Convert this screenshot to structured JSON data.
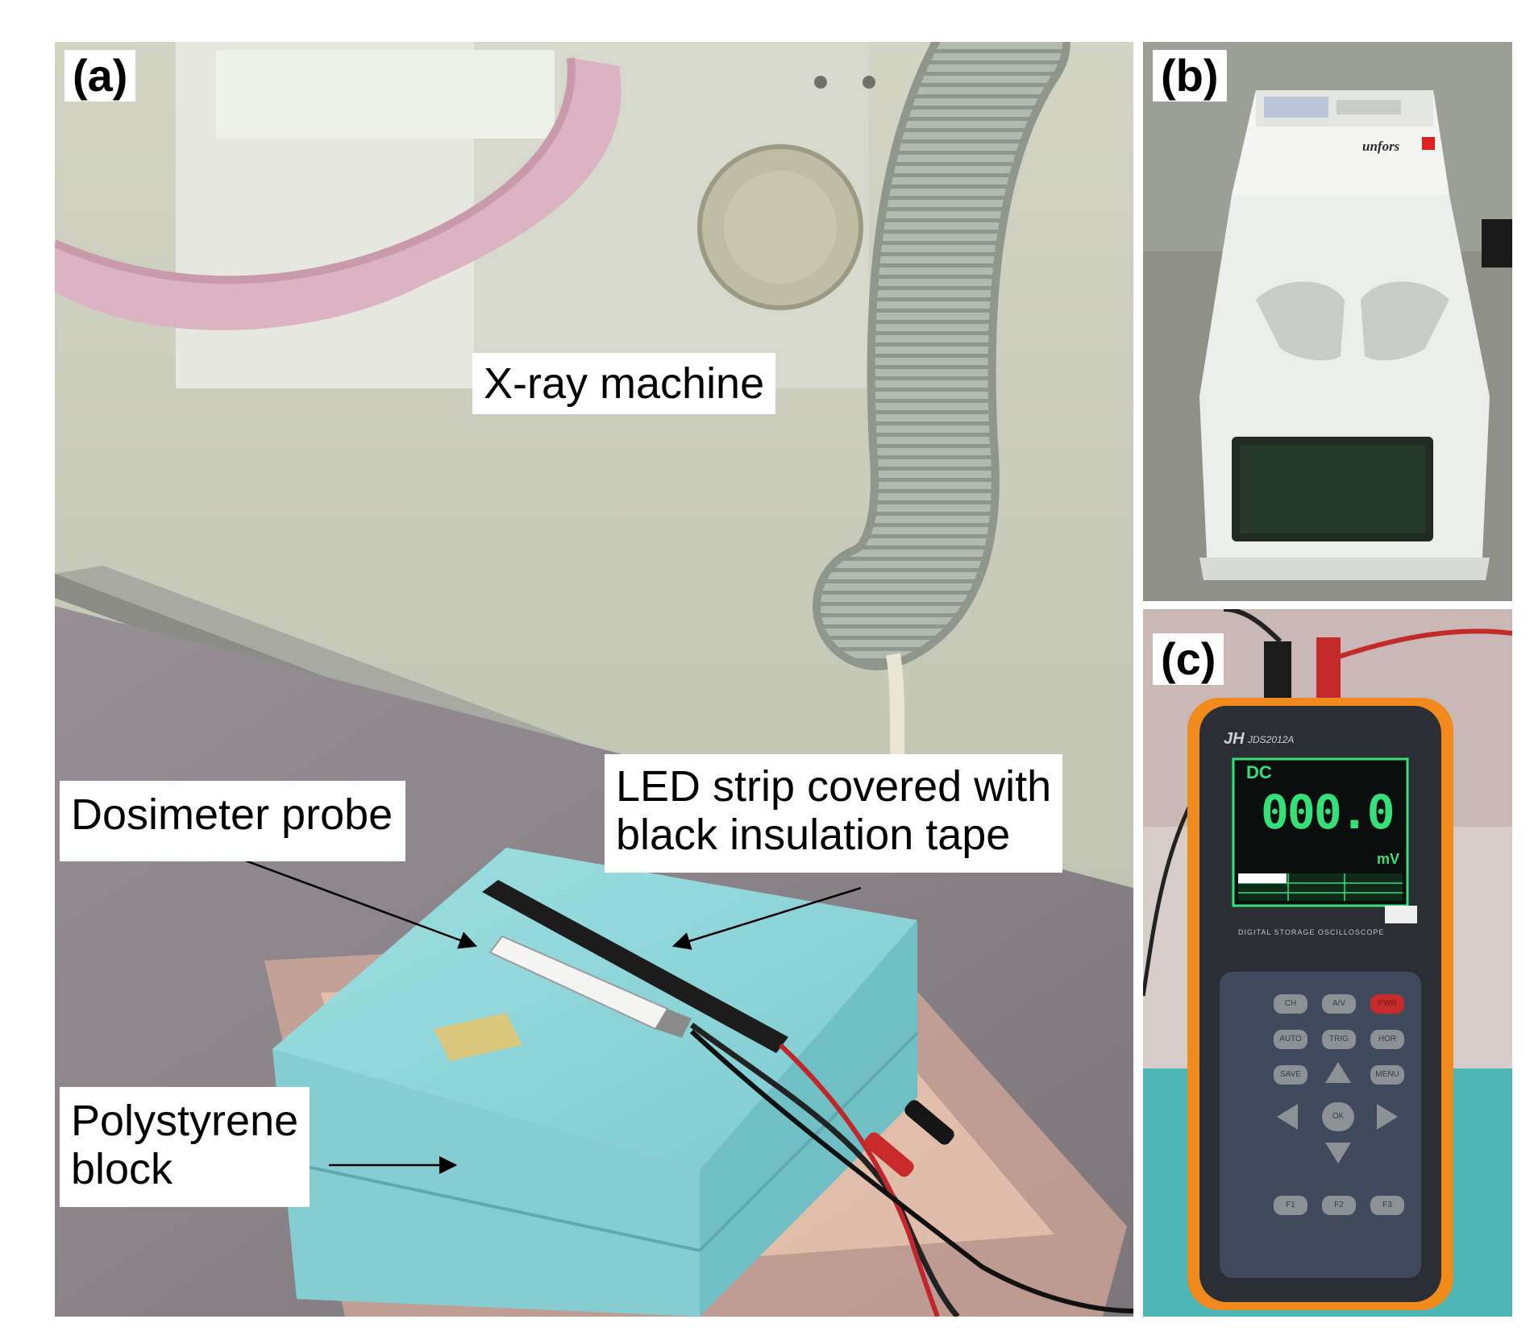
{
  "panels": {
    "a": {
      "letter": "(a)",
      "labels": {
        "xray": "X-ray machine",
        "dosimeter": "Dosimeter probe",
        "led_line1": "LED strip covered with",
        "led_line2": "black insulation tape",
        "poly_line1": "Polystyrene",
        "poly_line2": "block"
      }
    },
    "b": {
      "letter": "(b)",
      "brand": "unfors"
    },
    "c": {
      "letter": "(c)",
      "brand": "JH",
      "model": "JDS2012A",
      "screen": {
        "mode": "DC",
        "reading": "000.0",
        "unit": "mV"
      },
      "footer_text": "DIGITAL STORAGE OSCILLOSCOPE",
      "buttons": {
        "row1": [
          "CH",
          "A/V",
          "PWR"
        ],
        "row2": [
          "AUTO",
          "TRIG",
          "HOR"
        ],
        "row3": [
          "SAVE",
          "MENU"
        ],
        "ok": "OK",
        "fkeys": [
          "F1",
          "F2",
          "F3"
        ]
      }
    }
  },
  "colors": {
    "wall": "#c9cbb8",
    "tube_pink": "#d9b2c0",
    "hose": "#aeb5aa",
    "foam_blue": "#8ed3d6",
    "meter_orange": "#f08a1c",
    "meter_body": "#2a2d33",
    "screen_green": "#35e07a"
  }
}
